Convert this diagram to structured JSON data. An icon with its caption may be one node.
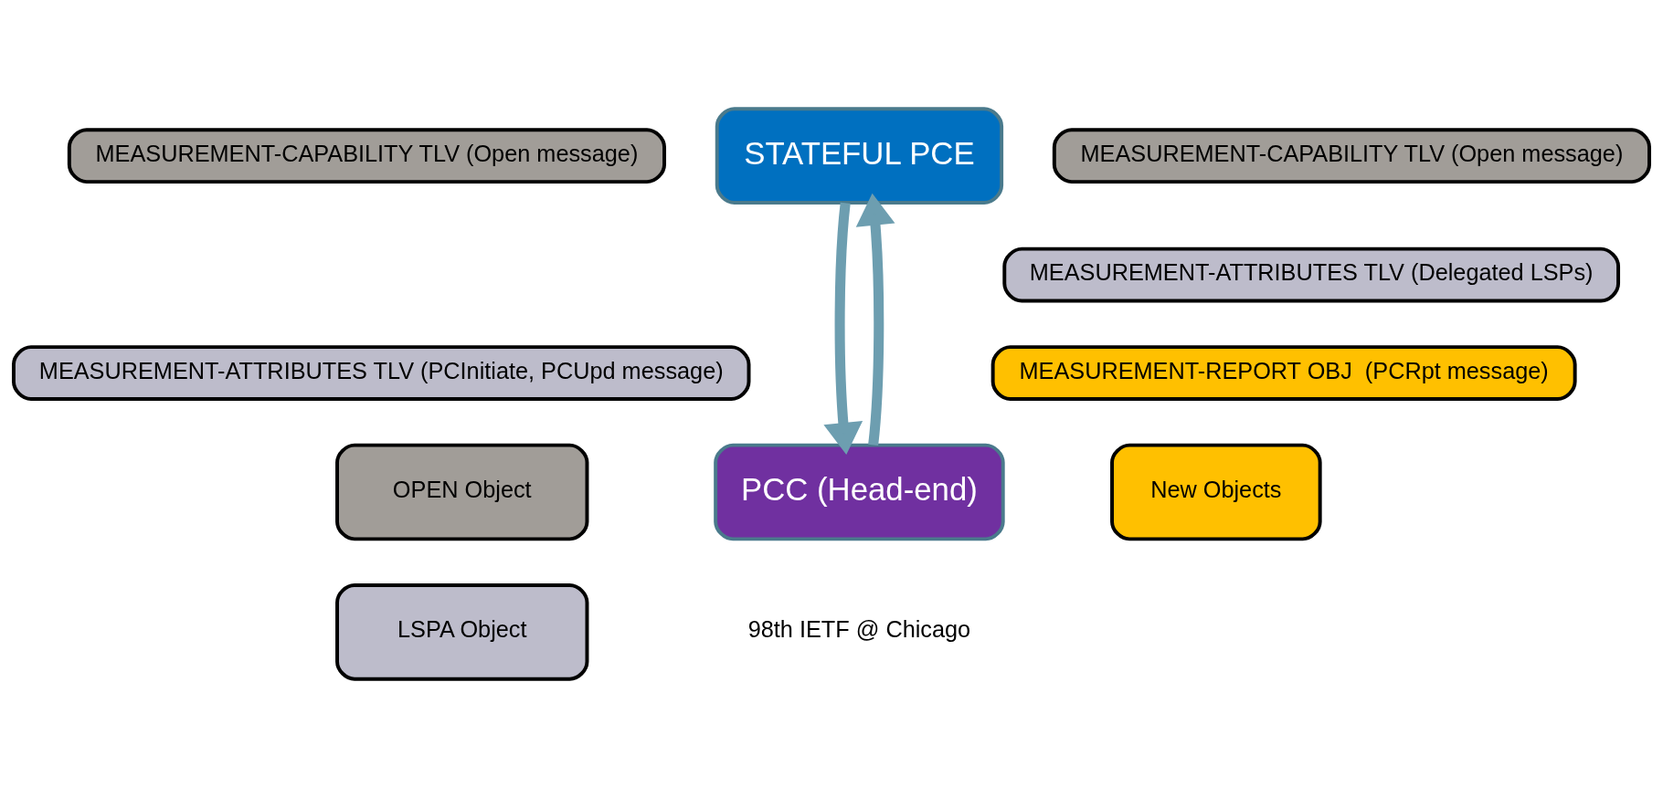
{
  "diagram": {
    "nodes": [
      {
        "text": [
          "STATEFUL PCE"
        ]
      },
      {
        "text": [
          "MEASUREMENT-CAPABILITY TLV (Open message)"
        ]
      },
      {
        "text": [
          "MEASUREMENT-CAPABILITY TLV (Open message)"
        ]
      },
      {
        "text": [
          "MEASUREMENT-ATTRIBUTES TLV (PCInitiate, PCUpd message)"
        ]
      },
      {
        "text": [
          "MEASUREMENT-ATTRIBUTES TLV (Delegated LSPs)"
        ]
      },
      {
        "text": [
          "MEASUREMENT-REPORT OBJ  (PCRpt message)"
        ]
      },
      {
        "text": [
          "OPEN Object"
        ]
      },
      {
        "text": [
          "PCC (Head-end)"
        ]
      },
      {
        "text": [
          "New Objects"
        ]
      },
      {
        "text": [
          "LSPA Object"
        ]
      }
    ],
    "edges": [
      {
        "from": 0,
        "to": 7,
        "arrow": "to"
      },
      {
        "from": 7,
        "to": 0,
        "arrow": "to"
      }
    ],
    "labels": [
      "98th IETF @ Chicago"
    ]
  }
}
